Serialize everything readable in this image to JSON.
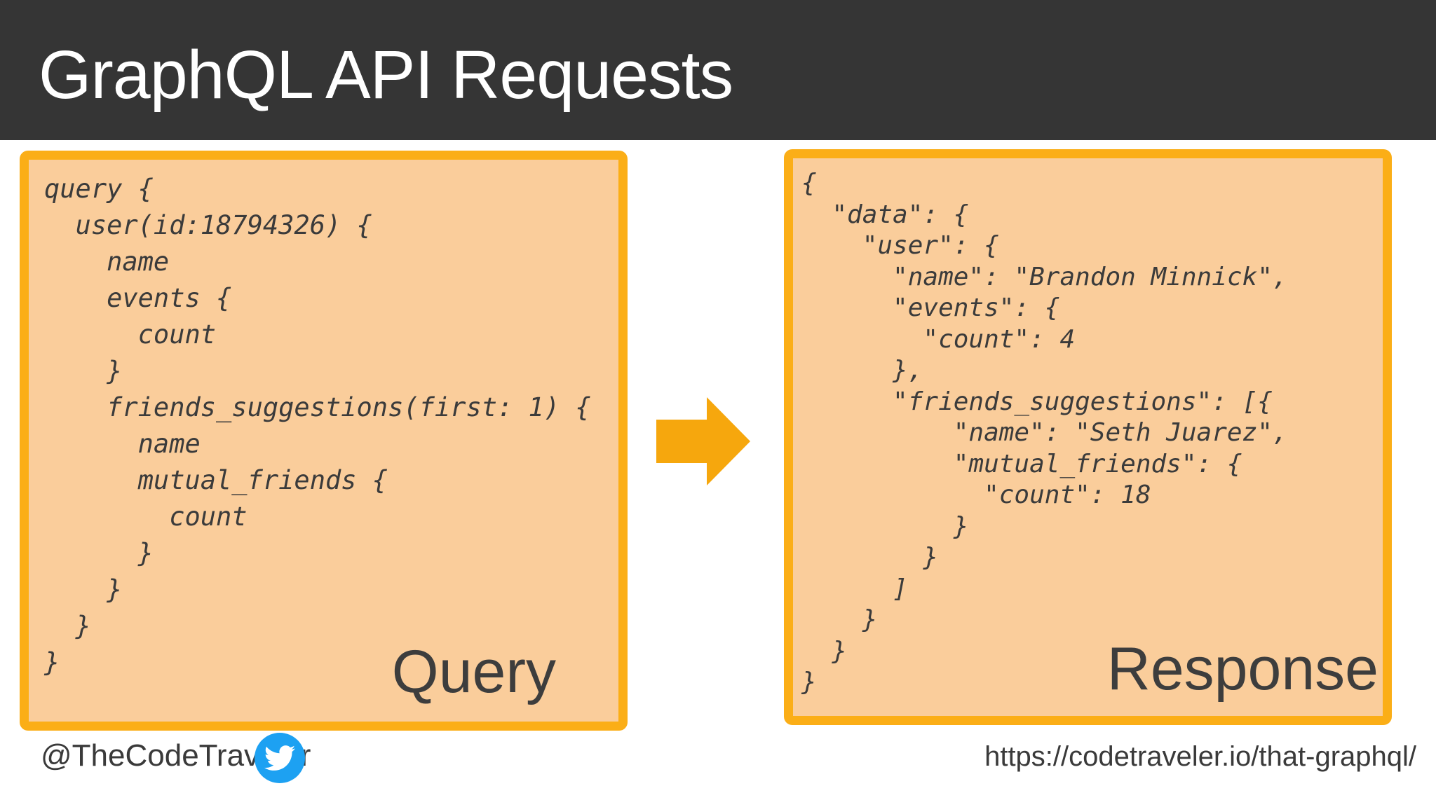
{
  "header": {
    "title": "GraphQL API Requests"
  },
  "query_panel": {
    "label": "Query",
    "code": "query {\n  user(id:18794326) {\n    name\n    events {\n      count\n    }\n    friends_suggestions(first: 1) {\n      name\n      mutual_friends {\n        count\n      }\n    }\n  }\n}"
  },
  "response_panel": {
    "label": "Response",
    "code": "{\n  \"data\": {\n    \"user\": {\n      \"name\": \"Brandon Minnick\",\n      \"events\": {\n        \"count\": 4\n      },\n      \"friends_suggestions\": [{\n          \"name\": \"Seth Juarez\",\n          \"mutual_friends\": {\n            \"count\": 18\n          }\n        }\n      ]\n    }\n  }\n}"
  },
  "footer": {
    "twitter_handle": "@TheCodeTraveler",
    "twitter_icon": "twitter-bird-icon",
    "url": "https://codetraveler.io/that-graphql/"
  },
  "arrow_icon": "right-arrow",
  "colors": {
    "header_bg": "#353535",
    "panel_fill": "#facd9b",
    "panel_border": "#fbae17",
    "arrow": "#f6a70d",
    "code_text": "#3b3b3b",
    "twitter_blue": "#1da1f2",
    "page_bg": "#ffffff"
  }
}
